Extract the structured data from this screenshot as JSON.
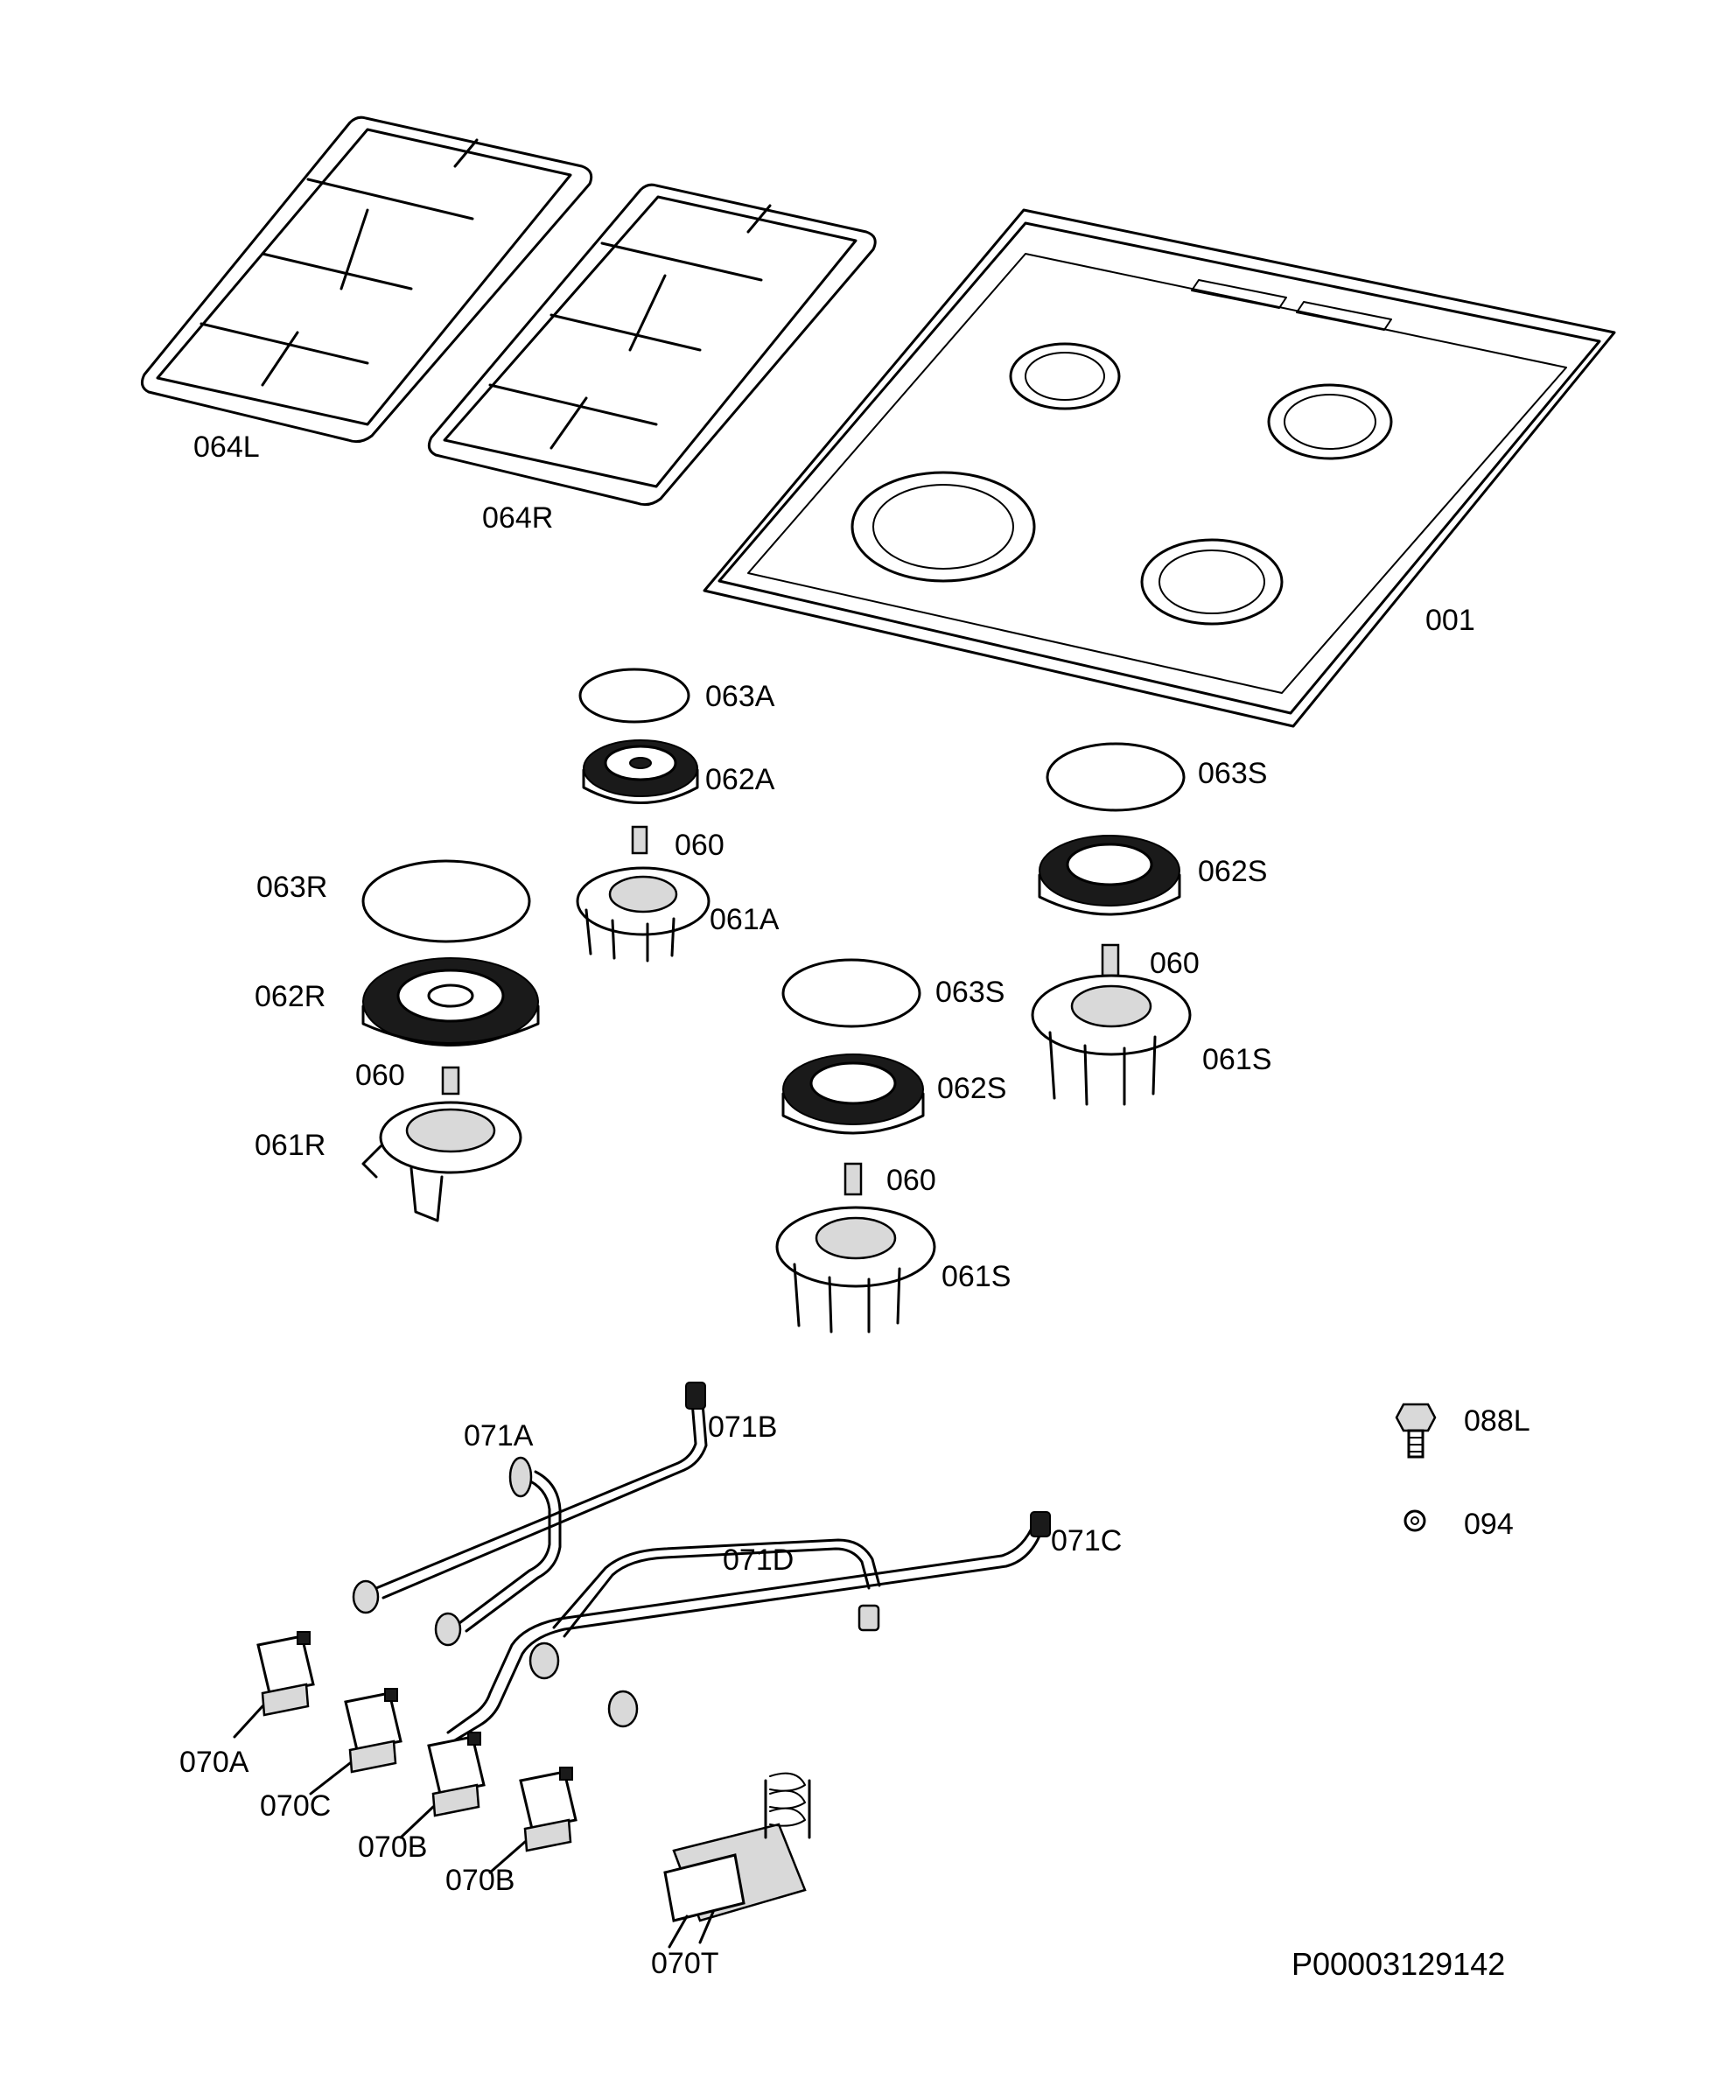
{
  "labels": {
    "grate_left": "064L",
    "grate_right": "064R",
    "hob_top": "001",
    "cap_aux": "063A",
    "crown_aux": "062A",
    "injector_aux": "060",
    "burner_aux": "061A",
    "cap_semi_right": "063S",
    "crown_semi_right": "062S",
    "injector_semi_right": "060",
    "burner_semi_right": "061S",
    "cap_rapid": "063R",
    "crown_rapid": "062R",
    "injector_rapid": "060",
    "burner_rapid": "061R",
    "cap_semi_center": "063S",
    "crown_semi_center": "062S",
    "injector_semi_center": "060",
    "burner_semi_center": "061S",
    "pipe_a": "071A",
    "pipe_b": "071B",
    "pipe_c": "071C",
    "pipe_d": "071D",
    "screw": "088L",
    "washer": "094",
    "tap_a": "070A",
    "tap_c": "070C",
    "tap_b1": "070B",
    "tap_b2": "070B",
    "thermostat_tap": "070T"
  },
  "document_code": "P00003129142"
}
